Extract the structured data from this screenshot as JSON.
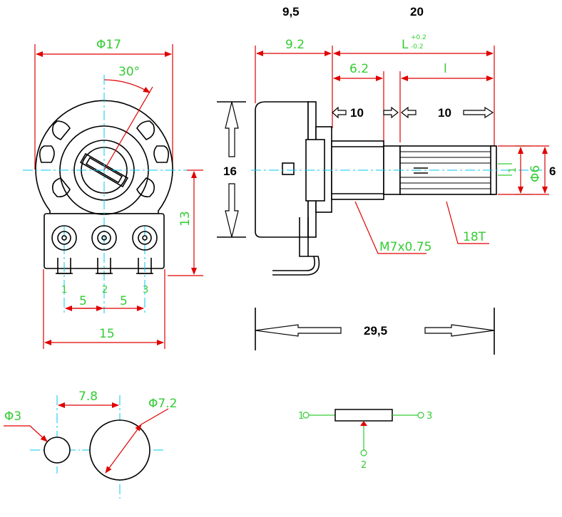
{
  "front_view": {
    "body_diameter": "Φ17",
    "rotation_angle": "30°",
    "height_13": "13",
    "pin_pitch_1": "5",
    "pin_pitch_2": "5",
    "width_15": "15",
    "pins": [
      "1",
      "2",
      "3"
    ]
  },
  "side_view": {
    "dim_9_5_bold": "9,5",
    "dim_9_2": "9.2",
    "dim_20_bold": "20",
    "dim_L": "L",
    "tol_plus": "+0.2",
    "tol_minus": "-0.2",
    "dim_6_2": "6.2",
    "dim_l": "l",
    "dim_10_left": "10",
    "dim_10_right": "10",
    "dim_16": "16",
    "dim_6_bold": "6",
    "dim_phi6": "Φ6",
    "dim_1": "1",
    "thread": "M7x0.75",
    "knurl": "18T",
    "overall_29_5": "29,5"
  },
  "panel_cutout": {
    "hole_small": "Φ3",
    "spacing": "7.8",
    "hole_large": "Φ7.2"
  },
  "schematic": {
    "pin1": "1",
    "pin2": "2",
    "pin3": "3"
  }
}
